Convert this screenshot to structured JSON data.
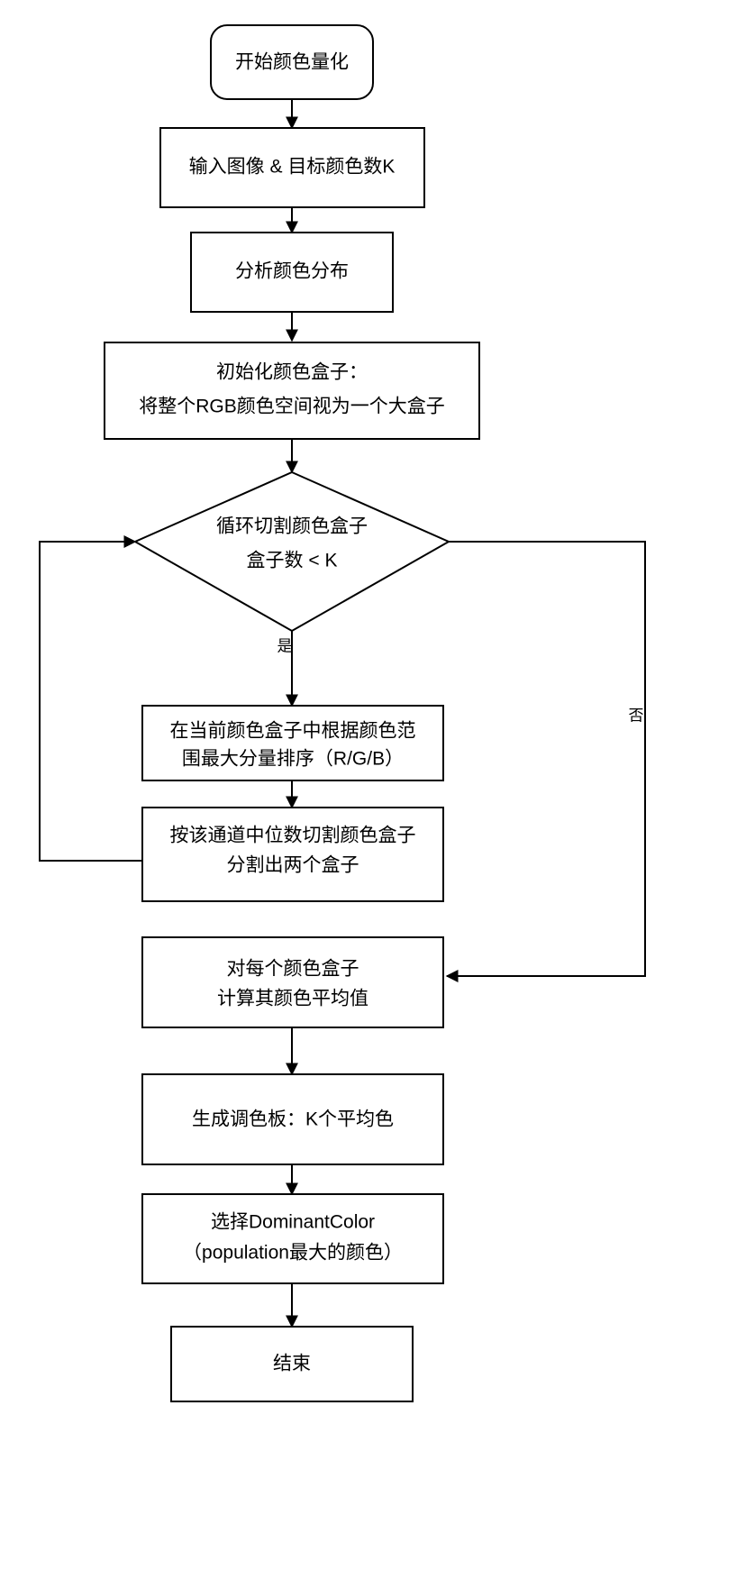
{
  "diagram": {
    "title": "Color Quantization Flowchart",
    "type": "flowchart",
    "background_color": "#ffffff",
    "stroke_color": "#000000",
    "fill_color": "#ffffff",
    "nodes": [
      {
        "id": "start",
        "shape": "rounded-rect",
        "lines": [
          "开始颜色量化"
        ]
      },
      {
        "id": "input",
        "shape": "rect",
        "lines": [
          "输入图像 & 目标颜色数K"
        ]
      },
      {
        "id": "analyze",
        "shape": "rect",
        "lines": [
          "分析颜色分布"
        ]
      },
      {
        "id": "init-boxes",
        "shape": "rect",
        "lines": [
          "初始化颜色盒子：",
          "将整个RGB颜色空间视为一个大盒子"
        ]
      },
      {
        "id": "decision",
        "shape": "diamond",
        "lines": [
          "循环切割颜色盒子",
          "盒子数 < K"
        ]
      },
      {
        "id": "sort-channel",
        "shape": "rect",
        "lines": [
          "在当前颜色盒子中根据颜色范",
          "围最大分量排序（R/G/B）"
        ]
      },
      {
        "id": "split-median",
        "shape": "rect",
        "lines": [
          "按该通道中位数切割颜色盒子",
          "分割出两个盒子"
        ]
      },
      {
        "id": "average",
        "shape": "rect",
        "lines": [
          "对每个颜色盒子",
          "计算其颜色平均值"
        ]
      },
      {
        "id": "palette",
        "shape": "rect",
        "lines": [
          "生成调色板：K个平均色"
        ]
      },
      {
        "id": "dominant",
        "shape": "rect",
        "lines": [
          "选择DominantColor",
          "（population最大的颜色）"
        ]
      },
      {
        "id": "end",
        "shape": "rect",
        "lines": [
          "结束"
        ]
      }
    ],
    "edge_labels": {
      "yes": "是",
      "no": "否"
    }
  }
}
